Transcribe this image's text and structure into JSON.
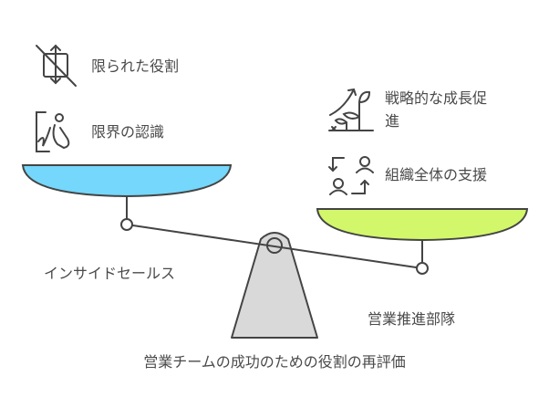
{
  "title": "営業チームの成功のための役割の再評価",
  "left": {
    "label": "インサイドセールス",
    "items": [
      {
        "icon": "no-resize-icon",
        "text": "限られた役割"
      },
      {
        "icon": "person-boundary-icon",
        "text": "限界の認識"
      }
    ],
    "color": "#74d7fb"
  },
  "right": {
    "label": "営業推進部隊",
    "items": [
      {
        "icon": "plant-growth-icon",
        "text_line1": "戦略的な成長促",
        "text_line2": "進"
      },
      {
        "icon": "people-exchange-icon",
        "text": "組織全体の支援"
      }
    ],
    "color": "#d2f76a"
  }
}
